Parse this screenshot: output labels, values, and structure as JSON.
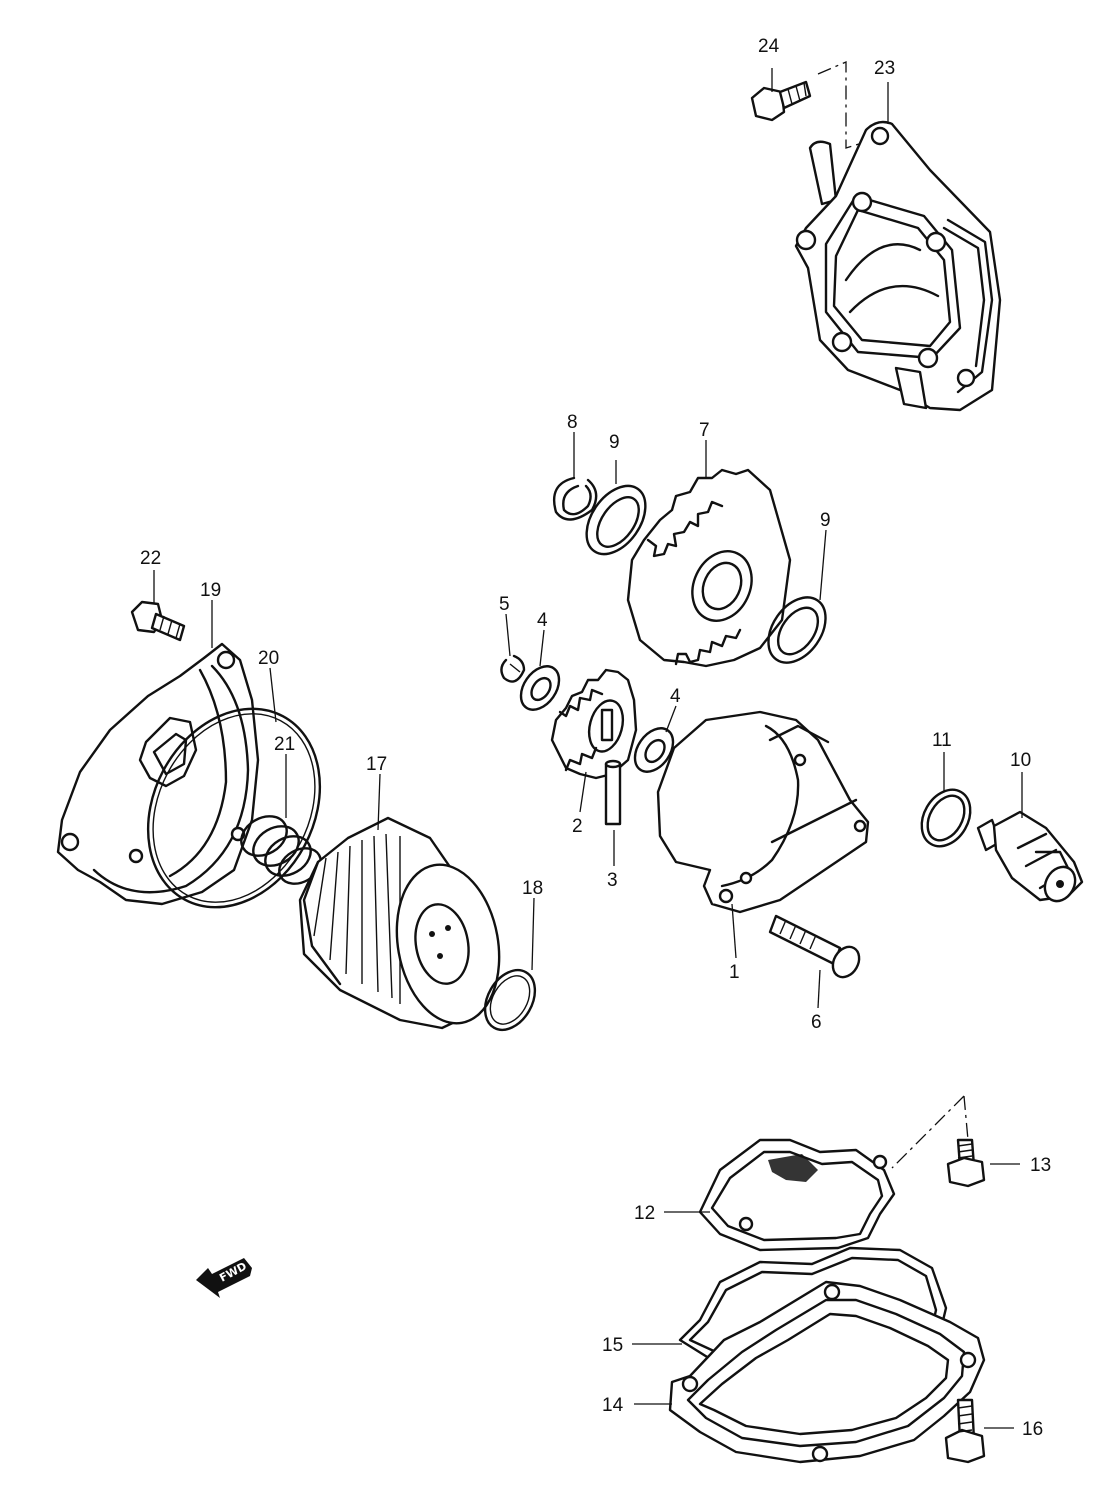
{
  "diagram": {
    "callouts": [
      {
        "id": "p1",
        "label": "1"
      },
      {
        "id": "p2",
        "label": "2"
      },
      {
        "id": "p3",
        "label": "3"
      },
      {
        "id": "p4a",
        "label": "4"
      },
      {
        "id": "p4b",
        "label": "4"
      },
      {
        "id": "p5",
        "label": "5"
      },
      {
        "id": "p6",
        "label": "6"
      },
      {
        "id": "p7",
        "label": "7"
      },
      {
        "id": "p8",
        "label": "8"
      },
      {
        "id": "p9a",
        "label": "9"
      },
      {
        "id": "p9b",
        "label": "9"
      },
      {
        "id": "p10",
        "label": "10"
      },
      {
        "id": "p11",
        "label": "11"
      },
      {
        "id": "p12",
        "label": "12"
      },
      {
        "id": "p13",
        "label": "13"
      },
      {
        "id": "p14",
        "label": "14"
      },
      {
        "id": "p15",
        "label": "15"
      },
      {
        "id": "p16",
        "label": "16"
      },
      {
        "id": "p17",
        "label": "17"
      },
      {
        "id": "p18",
        "label": "18"
      },
      {
        "id": "p19",
        "label": "19"
      },
      {
        "id": "p20",
        "label": "20"
      },
      {
        "id": "p21",
        "label": "21"
      },
      {
        "id": "p22",
        "label": "22"
      },
      {
        "id": "p23",
        "label": "23"
      },
      {
        "id": "p24",
        "label": "24"
      }
    ],
    "direction_arrow": {
      "label": "FWD",
      "icon": "forward-arrow-icon"
    },
    "line_color": "#111111",
    "background": "#ffffff"
  }
}
